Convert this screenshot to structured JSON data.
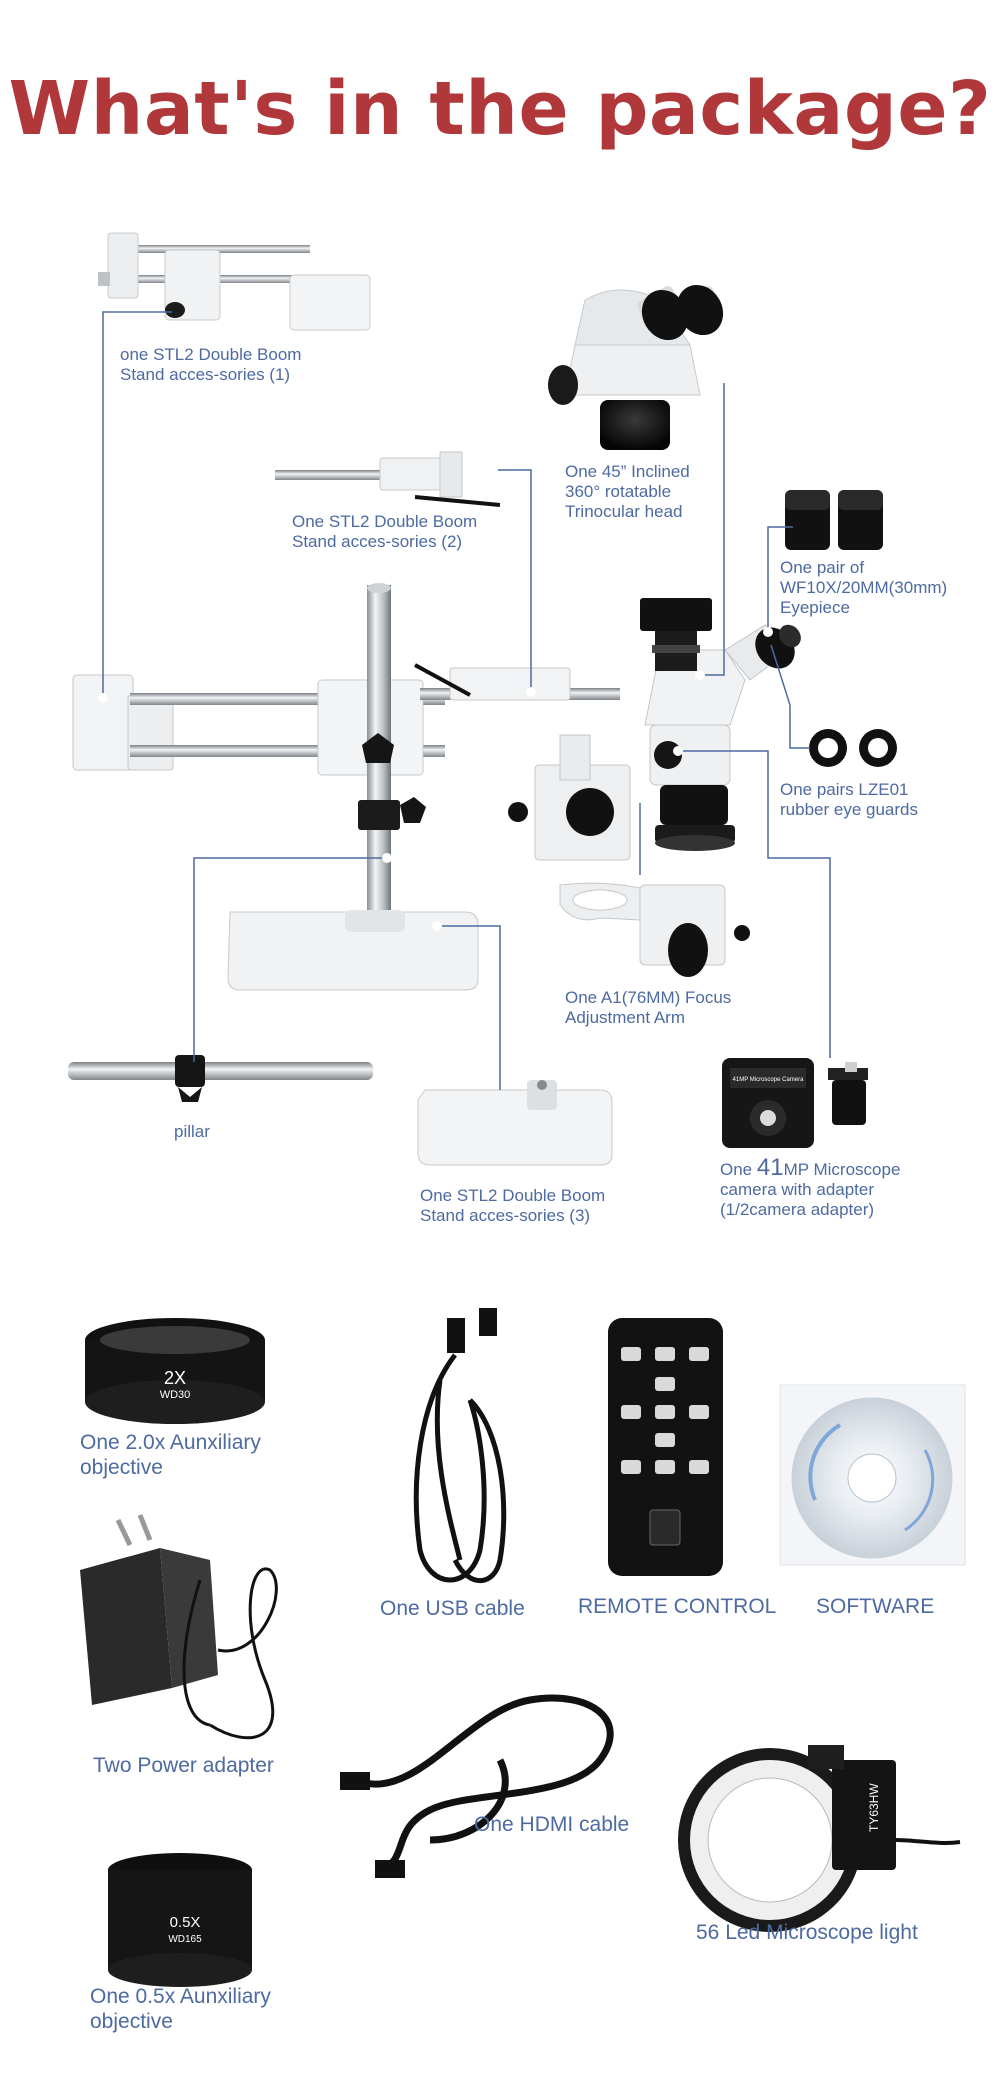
{
  "title": "What's in the package?",
  "items": {
    "boom1": [
      "one STL2 Double Boom",
      "Stand acces-sories (1)"
    ],
    "trino": [
      "One 45” Inclined",
      "360° rotatable",
      "Trinocular head"
    ],
    "boom2": [
      "One STL2 Double Boom",
      "Stand acces-sories (2)"
    ],
    "eyepiece": [
      "One pair of",
      "WF10X/20MM(30mm)",
      "Eyepiece"
    ],
    "eyeguards": [
      "One pairs LZE01",
      "rubber eye guards"
    ],
    "focus": [
      "One A1(76MM) Focus",
      "Adjustment Arm"
    ],
    "pillar": "pillar",
    "boom3": [
      "One STL2 Double Boom",
      "Stand acces-sories (3)"
    ],
    "camera": {
      "pre": "One ",
      "big": "41",
      "post": "MP Microscope",
      "line2": "camera with adapter",
      "line3": "(1/2camera adapter)"
    },
    "obj2x": [
      "One 2.0x Aunxiliary",
      "objective"
    ],
    "usb": "One  USB cable",
    "remote": "REMOTE CONTROL",
    "software": "SOFTWARE",
    "power": "Two Power adapter",
    "hdmi": "One HDMI cable",
    "ledlight": "56 Led Microscope  light",
    "obj05x": [
      "One 0.5x Aunxiliary",
      "objective"
    ]
  },
  "product_marks": {
    "obj2x_mag": "2X",
    "obj2x_wd": "WD30",
    "obj05x_mag": "0.5X",
    "obj05x_wd": "WD165",
    "ring_model": "TY63HW",
    "camera_screen": "41MP Microscope Camera"
  },
  "colors": {
    "title": "#b0383a",
    "label": "#4d6aa1",
    "leader_line": "#4d6aa1"
  }
}
